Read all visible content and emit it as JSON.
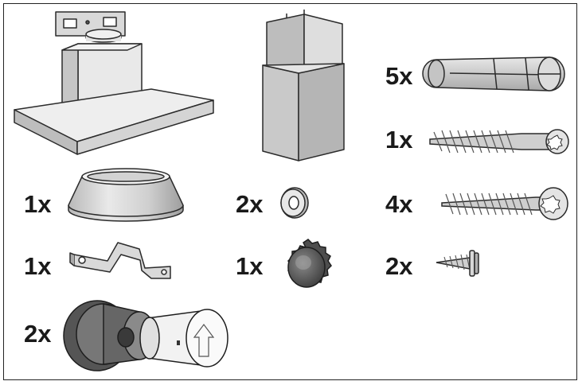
{
  "parts": {
    "wall_plugs": {
      "qty": "5x",
      "icon": "wall-plug-icon"
    },
    "long_screw": {
      "qty": "1x",
      "icon": "long-screw-icon"
    },
    "collar": {
      "qty": "1x",
      "icon": "air-collar-icon"
    },
    "washer": {
      "qty": "2x",
      "icon": "washer-icon"
    },
    "medium_screws": {
      "qty": "4x",
      "icon": "torx-screw-icon"
    },
    "bracket": {
      "qty": "1x",
      "icon": "bracket-icon"
    },
    "knob": {
      "qty": "1x",
      "icon": "knob-icon"
    },
    "small_screws": {
      "qty": "2x",
      "icon": "self-tapping-screw-icon"
    },
    "filters": {
      "qty": "2x",
      "icon": "recirculation-filter-icon"
    }
  },
  "colors": {
    "metal_light": "#e4e4e4",
    "metal_mid": "#c4c4c4",
    "metal_dark": "#8e8e8e",
    "stroke": "#2b2b2b"
  }
}
